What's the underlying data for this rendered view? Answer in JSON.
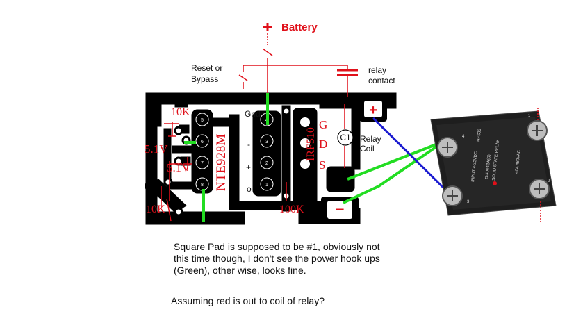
{
  "labels": {
    "battery": "Battery",
    "reset_line1": "Reset or",
    "reset_line2": "Bypass",
    "relay_contact_line1": "relay",
    "relay_contact_line2": "contact",
    "gnd": "Gnd",
    "c1": "C1",
    "relay_coil_line1": "Relay",
    "relay_coil_line2": "Coil",
    "plus_sign": "+",
    "minus_sign": "−",
    "ic_minus": "-",
    "ic_plus": "+",
    "ic_o": "o",
    "r_10k_top": "10K",
    "r_10k_bottom": "10K",
    "r_100k": "100K",
    "zener_51v_a": "5.1V",
    "zener_51v_b": "5.1V",
    "opto_part": "NTE928M",
    "mosfet_part": "IRF510",
    "gate": "G",
    "drain": "D",
    "source": "S"
  },
  "ic_pins": [
    "4",
    "3",
    "2",
    "1"
  ],
  "opto_pins": [
    "5",
    "6",
    "7",
    "8"
  ],
  "ssr": {
    "brand": "HFS33",
    "type": "SOLID STATE RELAY",
    "model": "D-4004ZA(D)",
    "rating": "40A 480VAC",
    "input": "INPUT 4-32VDC",
    "t1": "1",
    "t2": "2",
    "t3": "3",
    "t4": "4"
  },
  "notes": {
    "paragraph": "Square Pad is supposed to be #1, obviously not this time though, I don't see the power hook ups (Green), other wise, looks fine.",
    "question": "Assuming red is out to coil of relay?"
  },
  "colors": {
    "trace": "#000000",
    "red_wire": "#e0101a",
    "green_wire": "#22dd22",
    "blue_wire": "#1a1ad0",
    "label_red": "#e0101a",
    "ssr_body": "#1e1e1e"
  }
}
